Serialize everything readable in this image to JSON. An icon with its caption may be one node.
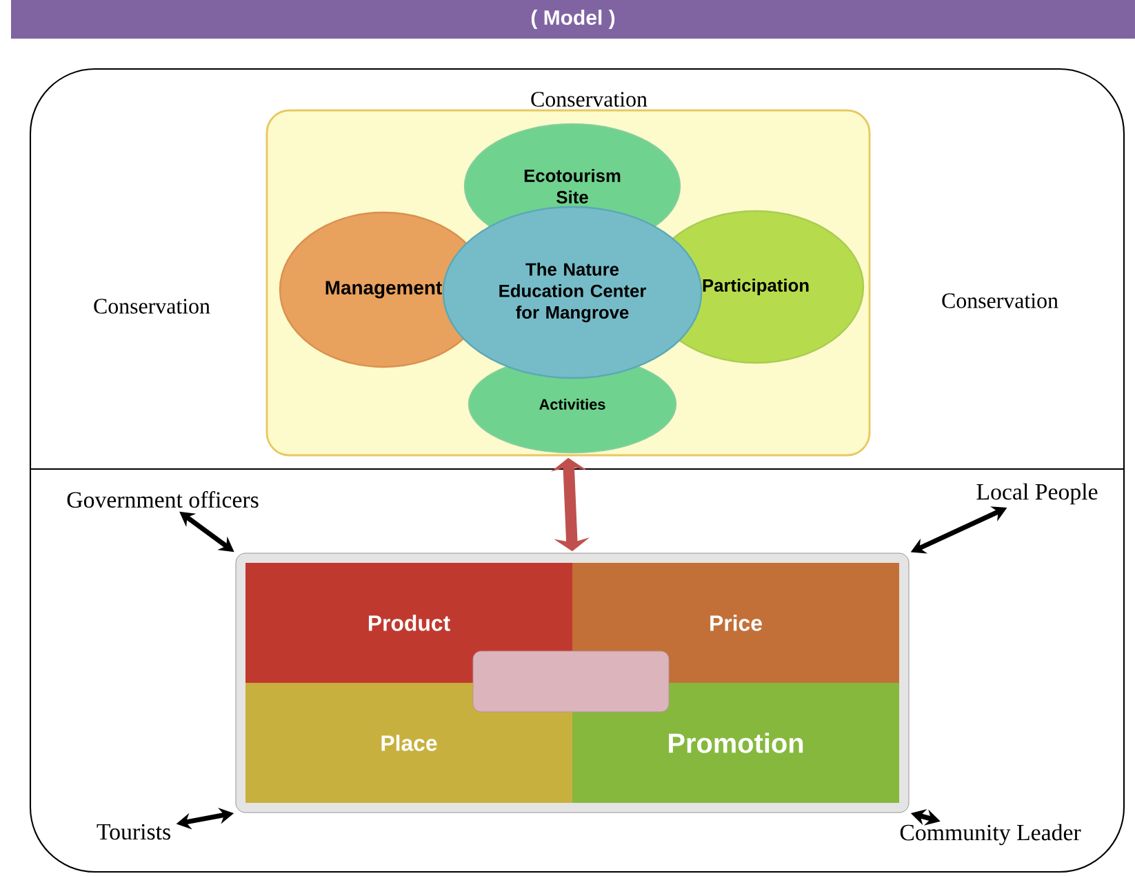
{
  "diagram": {
    "title": "( Model )",
    "nodes": [
      {
        "text": [],
        "shape": "box"
      },
      {
        "text": [
          "Ecotourism Site"
        ],
        "in": 0
      },
      {
        "text": [
          "Management"
        ],
        "in": 0
      },
      {
        "text": [
          "Participation"
        ],
        "in": 0
      },
      {
        "text": [
          "Activities"
        ],
        "in": 0
      },
      {
        "text": [
          "The Nature Education Center for Mangrove"
        ],
        "in": 0
      },
      {
        "text": [],
        "shape": "box"
      },
      {
        "text": [
          "Product"
        ],
        "in": 6
      },
      {
        "text": [
          "Price"
        ],
        "in": 6
      },
      {
        "text": [
          "Place"
        ],
        "in": 6
      },
      {
        "text": [
          "Promotion"
        ],
        "in": 6
      },
      {
        "text": [],
        "shape": "box",
        "in": 6
      },
      {
        "text": [
          "Government officers"
        ]
      },
      {
        "text": [
          "Local People"
        ]
      },
      {
        "text": [
          "Tourists"
        ]
      },
      {
        "text": [
          "Community Leader"
        ]
      }
    ],
    "edges": [
      {
        "from": 0,
        "to": 6,
        "arrow": "both",
        "style": "thick",
        "color": "#c0504d"
      },
      {
        "from": 12,
        "to": 6,
        "arrow": "both"
      },
      {
        "from": 13,
        "to": 6,
        "arrow": "both"
      },
      {
        "from": 14,
        "to": 6,
        "arrow": "both"
      },
      {
        "from": 15,
        "to": 6,
        "arrow": "both"
      }
    ],
    "labels": [
      "Conservation",
      "Conservation",
      "Conservation"
    ]
  }
}
